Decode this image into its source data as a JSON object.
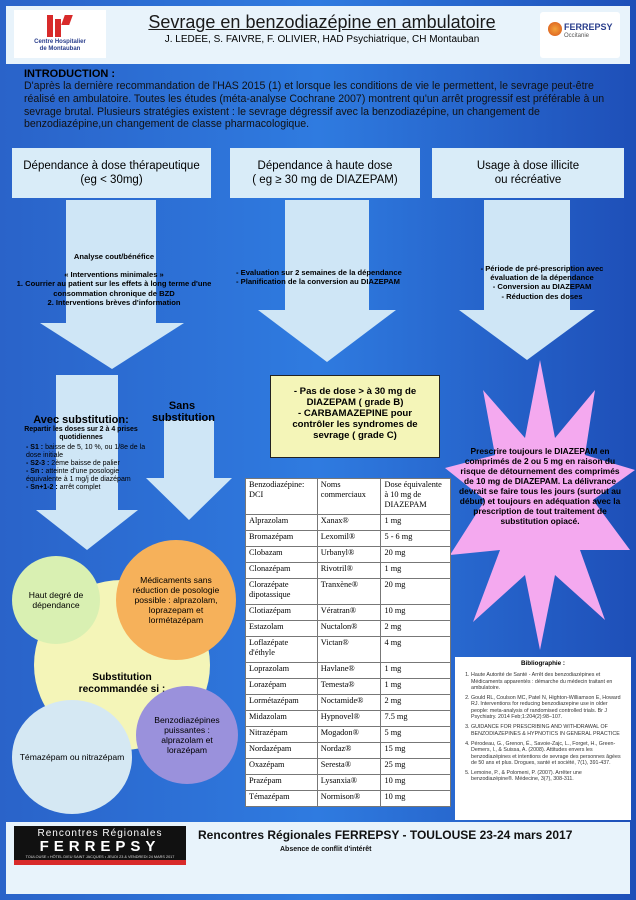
{
  "header": {
    "title": "Sevrage en benzodiazépine en ambulatoire",
    "authors": "J. LEDEE, S. FAIVRE, F. OLIVIER, HAD Psychiatrique, CH Montauban",
    "logo_left_line1": "Centre Hospitalier",
    "logo_left_line2": "de Montauban",
    "logo_right_name": "FERREPSY",
    "logo_right_sub": "Occitanie"
  },
  "intro": {
    "title": "INTRODUCTION :",
    "text": "D'après la dernière recommandation de l'HAS 2015 (1) et lorsque les conditions de vie le permettent, le sevrage peut-être réalisé en ambulatoire. Toutes les études (méta-analyse Cochrane 2007) montrent qu'un arrêt progressif est préférable à un sevrage brutal. Plusieurs stratégies existent : le sevrage dégressif avec la benzodiazépine, un changement de benzodiazépine,un changement de classe pharmacologique."
  },
  "categories": [
    {
      "line1": "Dépendance à dose thérapeutique",
      "line2": "(eg < 30mg)"
    },
    {
      "line1": "Dépendance à haute dose",
      "line2": "( eg ≥ 30 mg de DIAZEPAM)"
    },
    {
      "line1": "Usage à dose illicite",
      "line2": "ou récréative"
    }
  ],
  "col1": {
    "analyse": "Analyse cout/bénéfice",
    "interventions_title": "« Interventions minimales »",
    "intervention_1": "1. Courrier au patient sur les effets à long terme d'une consommation chronique de BZD",
    "intervention_2": "2. Interventions brèves d'information",
    "avec_title": "Avec substitution:",
    "avec_sub": "Repartir les doses sur 2 à 4 prises quotidiennes",
    "s1": "- S1 :",
    "s1_text": "baisse de 5, 10 %, ou 1/8e de la dose initiale",
    "s23": "- S2-3 :",
    "s23_text": "2ème baisse de palier",
    "sn": "- Sn :",
    "sn_text": "atteinte d'une posologie équivalente à 1 mg/j de diazépam",
    "sn12": "- Sn+1-2 :",
    "sn12_text": "arrêt complet",
    "sans": "Sans substitution"
  },
  "col2": {
    "eval_1": "- Evaluation sur 2 semaines de la dépendance",
    "eval_2": "- Planification de la conversion au DIAZEPAM",
    "box_line1": "- Pas de dose > à 30 mg de DIAZEPAM ( grade B)",
    "box_line2": "- CARBAMAZEPINE pour contrôler les syndromes de sevrage ( grade C)"
  },
  "col3": {
    "pre_1": "- Période de pré-prescription avec évaluation de la dépendance",
    "pre_2": "- Conversion au DIAZEPAM",
    "pre_3": "- Réduction des doses",
    "star_text": "Prescrire toujours le DIAZEPAM en comprimés de 2 ou 5 mg en raison du risque de détournement des comprimés de 10 mg de DIAZEPAM. La délivrance devrait se faire tous les jours (surtout au début) et toujours en adéquation avec la prescription de tout traitement de substitution opiacé."
  },
  "circles": {
    "haut": "Haut degré de dépendance",
    "reduction": "Médicaments sans réduction de posologie possible : alprazolam, loprazepam et lormétazépam",
    "substitution": "Substitution recommandée si :",
    "puissantes": "Benzodiazépines puissantes : alprazolam et lorazépam",
    "temazepam": "Témazépam ou nitrazépam"
  },
  "table": {
    "headers": [
      "Benzodiazépine: DCI",
      "Noms commerciaux",
      "Dose équivalente à 10 mg de DIAZEPAM"
    ],
    "rows": [
      [
        "Alprazolam",
        "Xanax®",
        "1 mg"
      ],
      [
        "Bromazépam",
        "Lexomil®",
        "5 - 6 mg"
      ],
      [
        "Clobazam",
        "Urbanyl®",
        "20 mg"
      ],
      [
        "Clonazépam",
        "Rivotril®",
        "1 mg"
      ],
      [
        "Clorazépate dipotassique",
        "Tranxène®",
        "20 mg"
      ],
      [
        "Clotiazépam",
        "Vératran®",
        "10 mg"
      ],
      [
        "Estazolam",
        "Nuctalon®",
        "2 mg"
      ],
      [
        "Loflazépate d'éthyle",
        "Victan®",
        "4 mg"
      ],
      [
        "Loprazolam",
        "Havlane®",
        "1 mg"
      ],
      [
        "Lorazépam",
        "Temesta®",
        "1 mg"
      ],
      [
        "Lormétazépam",
        "Noctamide®",
        "2 mg"
      ],
      [
        "Midazolam",
        "Hypnovel®",
        "7.5 mg"
      ],
      [
        "Nitrazépam",
        "Mogadon®",
        "5 mg"
      ],
      [
        "Nordazépam",
        "Nordaz®",
        "15 mg"
      ],
      [
        "Oxazépam",
        "Seresta®",
        "25 mg"
      ],
      [
        "Prazépam",
        "Lysanxia®",
        "10 mg"
      ],
      [
        "Témazépam",
        "Normison®",
        "10 mg"
      ]
    ]
  },
  "biblio": {
    "title": "Bibliographie :",
    "items": [
      "Haute Autorité de Santé - Arrêt des benzodiazépines et Médicaments apparentés : démarche du médecin traitant en ambulatoire.",
      "Gould RL, Coulson MC, Patel N, Highton-Williamson E, Howard RJ. Interventions for reducing benzodiazepine use in older people: meta-analysis of randomised controlled trials. Br J Psychiatry. 2014 Feb;1:204(2):98–107.",
      "GUIDANCE FOR PRESCRIBING AND WITHDRAWAL OF BENZODIAZEPINES & HYPNOTICS IN GENERAL PRACTICE",
      "Pérodeau, G., Grenon, É., Savoie-Zajc, L., Forget, H., Green-Demers, I., & Suissa, A. (2008). Attitudes envers les benzodiazépines et intentions de sevrage des personnes âgées de 50 ans et plus. Drogues, santé et société, 7(1), 391-437.",
      "Lemoine, P., & Polomeni, P. (2007). Arrêter une benzodiazépine®. Médecine, 3(7), 308-311."
    ]
  },
  "footer": {
    "logo_line1": "Rencontres Régionales",
    "logo_line2": "FERREPSY",
    "logo_line3": "TOULOUSE • HÔTEL DIEU SAINT JACQUES • JEUDI 23 & VENDREDI 24 MARS 2017",
    "title": "Rencontres Régionales FERREPSY - TOULOUSE 23-24 mars 2017",
    "note": "Absence de conflit d'intérêt"
  },
  "colors": {
    "background": "#2f7be0",
    "light_box": "#d9ecf8",
    "yellow_box": "#f4f5b8",
    "orange_circle": "#f6b15a",
    "pink_star": "#f4a9ef",
    "purple_circle": "#9a91dc",
    "green_circle": "#d9f0b2",
    "lightblue_circle": "#d5e8f3"
  }
}
